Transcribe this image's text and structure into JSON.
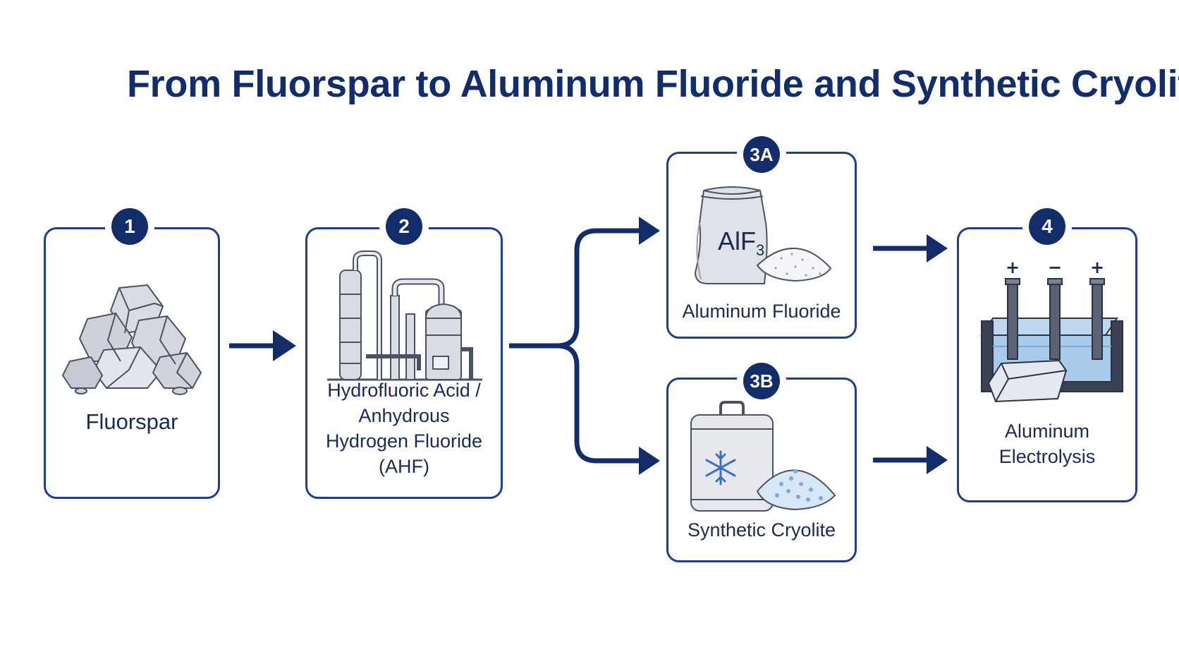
{
  "title": "From Fluorspar to Aluminum Fluoride and Synthetic Cryolite",
  "colors": {
    "navy": "#132d6b",
    "border": "#1f3f8c",
    "ice_blue": "#9cc4ea",
    "gray": "#c9ccd4"
  },
  "steps": [
    {
      "id": "1",
      "label_lines": [
        "Fluorspar"
      ],
      "icon": "rock-pile-icon"
    },
    {
      "id": "2",
      "label_lines": [
        "Hydrofluoric Acid /",
        "Anhydrous",
        "Hydrogen Fluoride",
        "(AHF)"
      ],
      "icon": "chemical-plant-icon"
    },
    {
      "id": "3A",
      "label_lines": [
        "Aluminum Fluoride"
      ],
      "icon": "product-bag-icon",
      "bag_text": "AlF",
      "bag_subscript": "3"
    },
    {
      "id": "3B",
      "label_lines": [
        "Synthetic Cryolite"
      ],
      "icon": "container-snowflake-icon"
    },
    {
      "id": "4",
      "label_lines": [
        "Aluminum",
        "Electrolysis"
      ],
      "icon": "electrolysis-cell-icon",
      "electrode_signs": [
        "+",
        "−",
        "+"
      ]
    }
  ]
}
